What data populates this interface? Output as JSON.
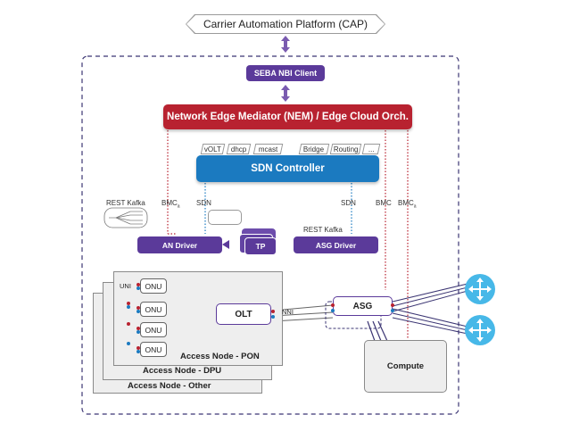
{
  "cap": {
    "label": "Carrier Automation Platform (CAP)"
  },
  "seba_nbi": {
    "label": "SEBA NBI Client"
  },
  "nem": {
    "label": "Network Edge Mediator (NEM) / Edge Cloud Orch."
  },
  "apps": [
    "vOLT",
    "dhcp",
    "mcast",
    "Bridge",
    "Routing",
    "..."
  ],
  "sdn_controller": {
    "label": "SDN Controller"
  },
  "labels": {
    "rest_kafka_left": "REST Kafka",
    "bmc_a_left": "BMC",
    "bmc_a_sub": "a",
    "sdn_left": "SDN",
    "sdn_right": "SDN",
    "bmc_mid": "BMC",
    "bmc_a_right": "BMC",
    "bmc_a_right_sub": "a",
    "rest_kafka_right": "REST Kafka",
    "uni": "UNI",
    "nni": "NNI"
  },
  "drivers": {
    "an": "AN Driver",
    "tp": "TP",
    "asg": "ASG Driver"
  },
  "olt": {
    "label": "OLT"
  },
  "onus": [
    "ONU",
    "ONU",
    "ONU",
    "ONU"
  ],
  "access_nodes": {
    "pon": "Access Node - PON",
    "dpu": "Access Node - DPU",
    "other": "Access Node - Other"
  },
  "asg": {
    "label": "ASG"
  },
  "compute": {
    "label": "Compute"
  },
  "colors": {
    "purple": "#5b3a9a",
    "red": "#b82230",
    "blue": "#1b7ac0",
    "router": "#47b8e8",
    "gray": "#eeeeee"
  }
}
